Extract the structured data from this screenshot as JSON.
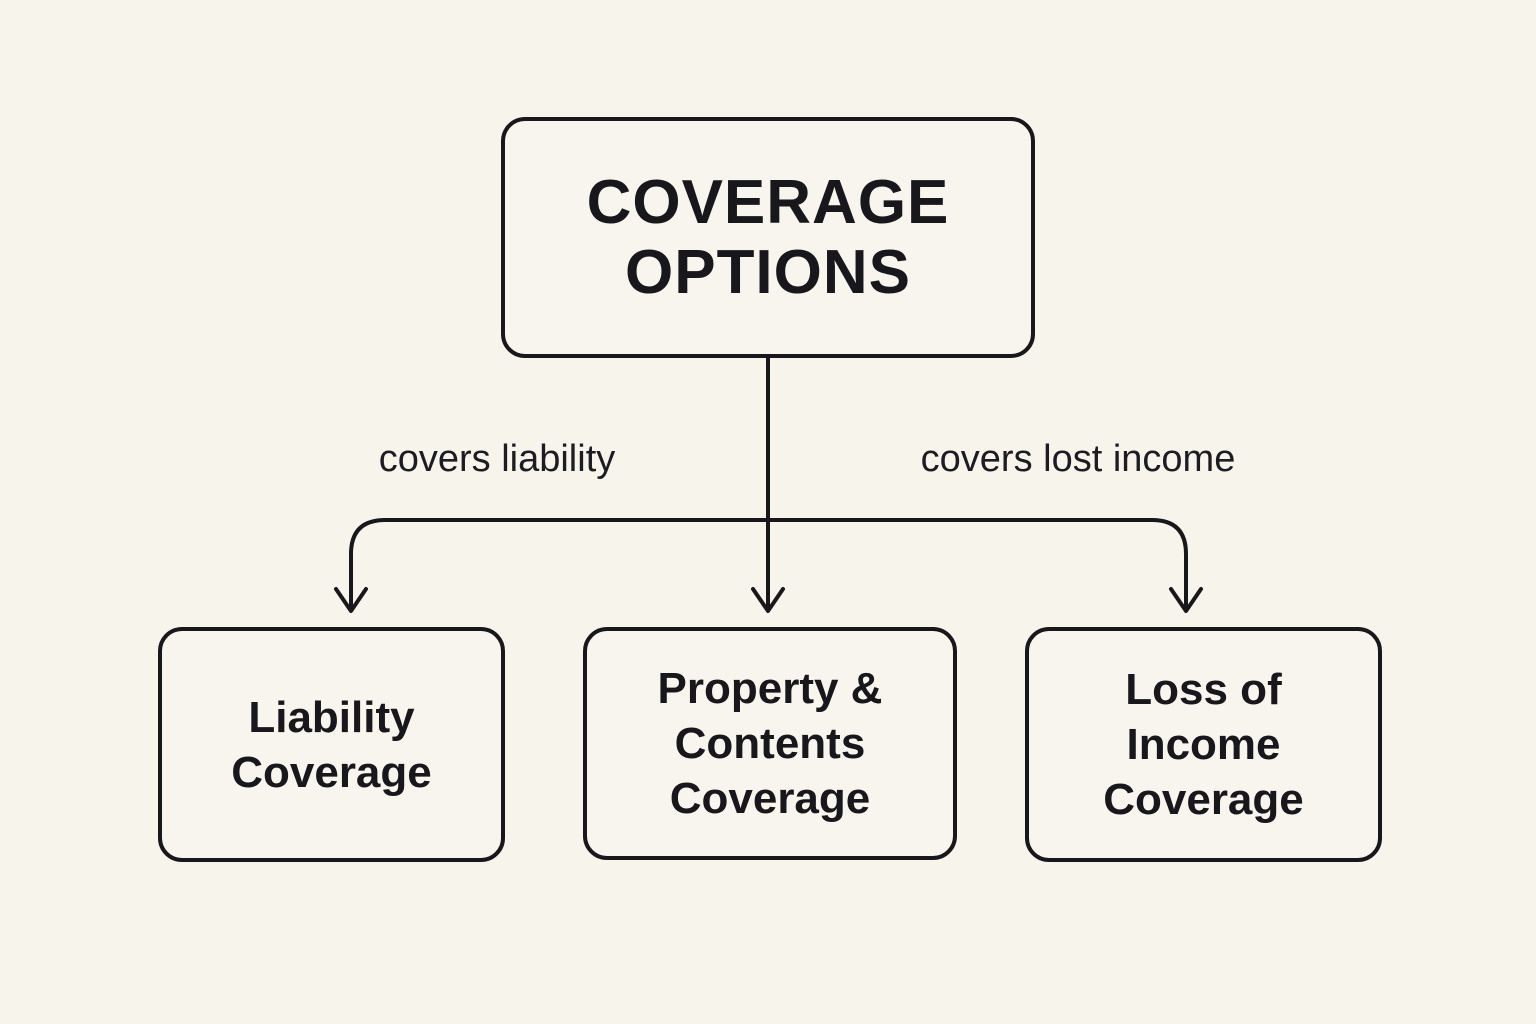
{
  "diagram": {
    "title": "Coverage options flowchart",
    "colors": {
      "background": "#f7f4ec",
      "stroke": "#17171c",
      "text": "#17171c"
    },
    "root": {
      "label": "COVERAGE OPTIONS",
      "lines": [
        "COVERAGE",
        "OPTIONS"
      ]
    },
    "children": [
      {
        "id": "liability",
        "label": "Liability Coverage",
        "lines": [
          "Liability",
          "Coverage"
        ]
      },
      {
        "id": "property-contents",
        "label": "Property & Contents Coverage",
        "lines": [
          "Property &",
          "Contents",
          "Coverage"
        ]
      },
      {
        "id": "loss-of-income",
        "label": "Loss of Income Coverage",
        "lines": [
          "Loss of",
          "Income",
          "Coverage"
        ]
      }
    ],
    "edge_labels": [
      {
        "text": "covers liability"
      },
      {
        "text": "covers lost income"
      }
    ]
  }
}
